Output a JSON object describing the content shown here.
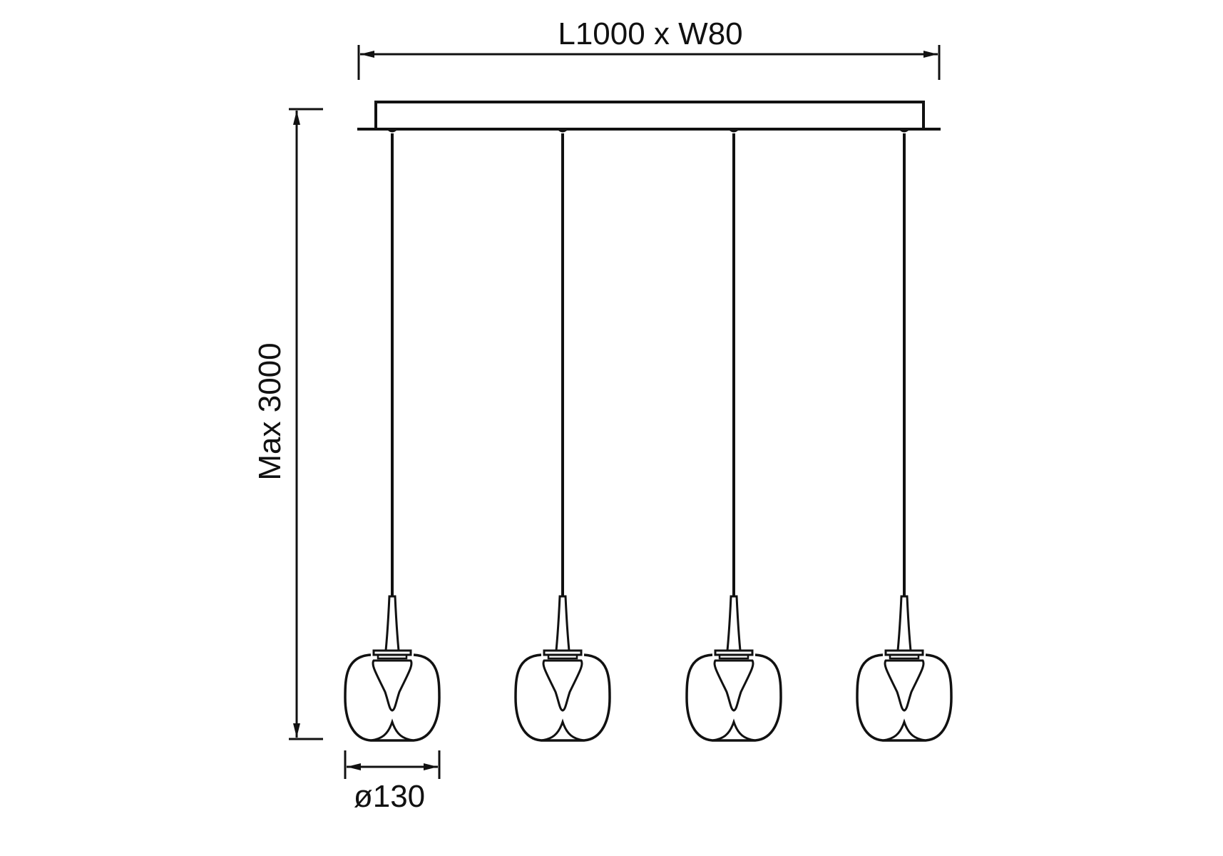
{
  "dimensions": {
    "length_width": "L1000 x W80",
    "max_height": "Max 3000",
    "globe_diameter": "ø130"
  },
  "pendant_count": 4,
  "line_color": "#111111"
}
